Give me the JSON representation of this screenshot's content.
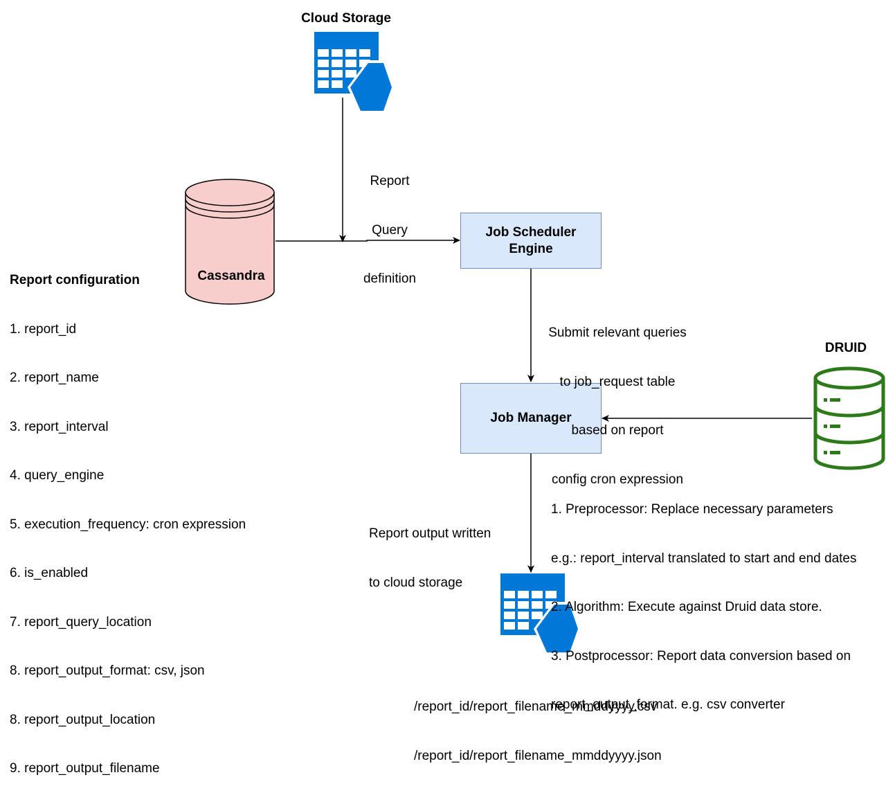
{
  "cloud_storage": {
    "title": "Cloud Storage"
  },
  "edge_labels": {
    "report_query_definition": [
      "Report",
      "Query",
      "definition"
    ],
    "submit_queries": [
      "Submit relevant queries",
      "to job_request table",
      "based on report",
      "config cron expression"
    ],
    "report_output_written": [
      "Report output written",
      "to cloud storage"
    ]
  },
  "cassandra": {
    "label": "Cassandra",
    "fill": "#f8cecc",
    "stroke": "#000000"
  },
  "job_scheduler": {
    "label_lines": [
      "Job Scheduler",
      "Engine"
    ]
  },
  "job_manager": {
    "label": "Job Manager"
  },
  "druid": {
    "title": "DRUID",
    "color": "#2d7a1a"
  },
  "report_configuration": {
    "title": "Report configuration",
    "items": [
      "1. report_id",
      "2. report_name",
      "3. report_interval",
      "4. query_engine",
      "5. execution_frequency: cron expression",
      "6. is_enabled",
      "7. report_query_location",
      "8. report_output_format: csv, json",
      "8. report_output_location",
      "9. report_output_filename"
    ]
  },
  "processing_steps": [
    "1. Preprocessor: Replace necessary parameters",
    "e.g.: report_interval translated to start and end dates",
    "2. Algorithm: Execute against Druid data store.",
    "3. Postprocessor: Report data conversion based on",
    "report_output_format. e.g. csv converter"
  ],
  "output_files": [
    "/report_id/report_filename_mmddyyyy.csv",
    "/report_id/report_filename_mmddyyyy.json"
  ],
  "colors": {
    "azure_blue": "#0078d7",
    "box_fill": "#dae8fc",
    "box_stroke": "#6c8ebf"
  }
}
